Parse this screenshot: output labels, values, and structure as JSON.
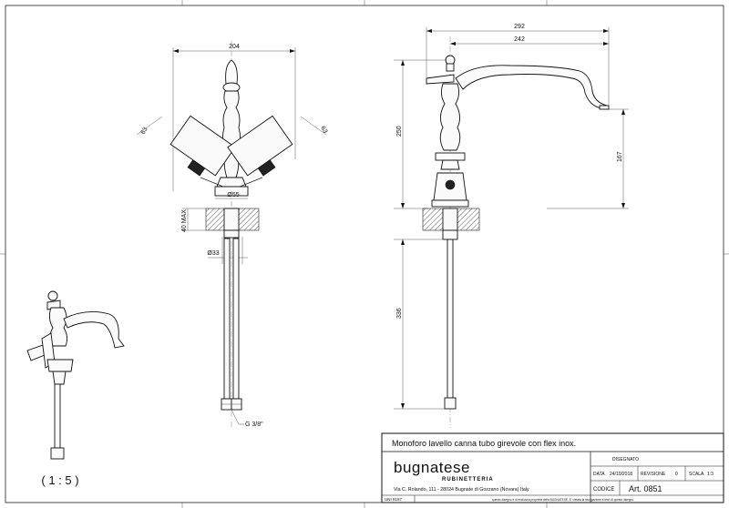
{
  "dimensions": {
    "front_width": "204",
    "handle_left": "63",
    "handle_right": "63",
    "base_diameter": "Ø55",
    "deck_thickness": "40 MAX",
    "pipe_diameter": "Ø33",
    "thread": "G 3/8\"",
    "side_total_width": "292",
    "spout_reach": "242",
    "total_height": "250",
    "spout_height": "167",
    "flex_length": "336"
  },
  "scale_note": "( 1 : 5 )",
  "title_block": {
    "description": "Monoforo lavello canna tubo girevole con flex inox.",
    "disegnato_label": "DISEGNATO",
    "brand": "bugnatese",
    "brand_sub": "RUBINETTERIA",
    "address": "Via C. Rolando, 111 - 28024 Bugnate di Gozzano (Novara) Italy",
    "data_label": "DATA",
    "data_value": "24/10/2018",
    "revisione_label": "REVISIONE",
    "revisione_value": "0",
    "scala_label": "SCALA",
    "scala_value": "1:3",
    "codice_label": "CODICE",
    "codice_value": "Art. 0851",
    "uni_label": "UNI 8187",
    "legal_note": "questo disegno è di esclusiva proprietà della BUGNATESE. E' vietata la divulgazione a terzi di questo disegno"
  }
}
